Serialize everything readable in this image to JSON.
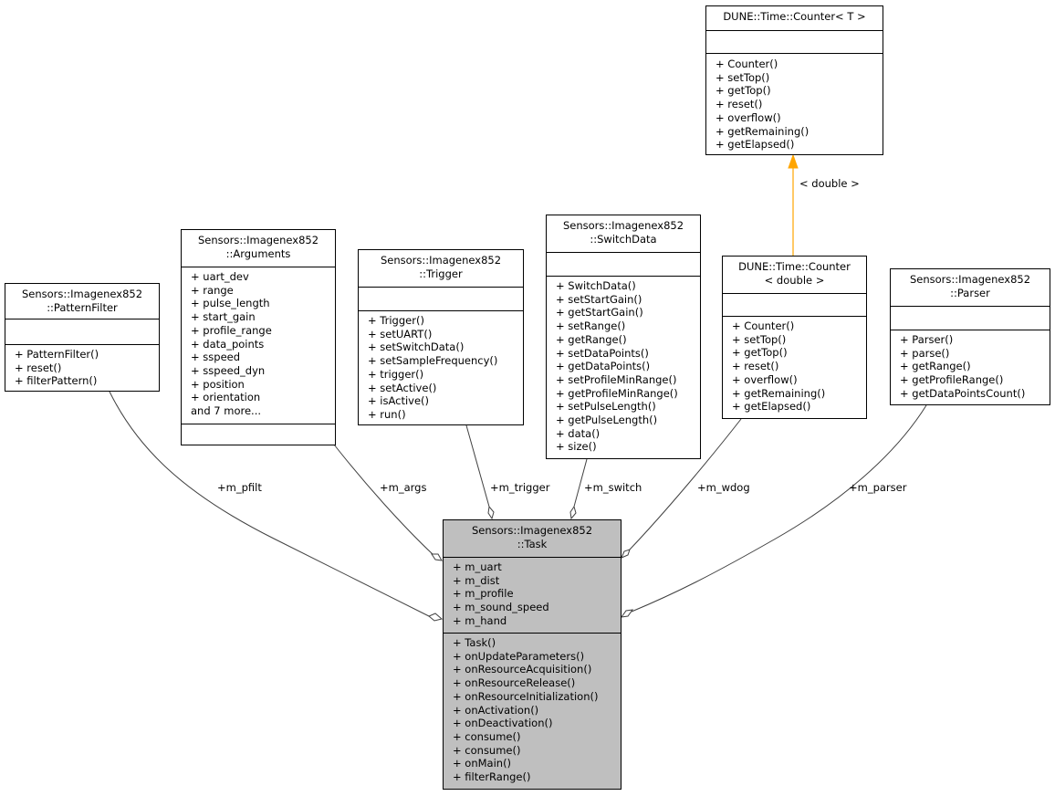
{
  "classes": {
    "counter_template": {
      "title": [
        "DUNE::Time::Counter< T >"
      ],
      "attributes": [],
      "methods": [
        "+ Counter()",
        "+ setTop()",
        "+ getTop()",
        "+ reset()",
        "+ overflow()",
        "+ getRemaining()",
        "+ getElapsed()"
      ]
    },
    "pattern_filter": {
      "title": [
        "Sensors::Imagenex852",
        "::PatternFilter"
      ],
      "attributes": [],
      "methods": [
        "+ PatternFilter()",
        "+ reset()",
        "+ filterPattern()"
      ]
    },
    "arguments": {
      "title": [
        "Sensors::Imagenex852",
        "::Arguments"
      ],
      "attributes": [
        "+ uart_dev",
        "+ range",
        "+ pulse_length",
        "+ start_gain",
        "+ profile_range",
        "+ data_points",
        "+ sspeed",
        "+ sspeed_dyn",
        "+ position",
        "+ orientation",
        "and 7 more..."
      ],
      "methods": []
    },
    "trigger": {
      "title": [
        "Sensors::Imagenex852",
        "::Trigger"
      ],
      "attributes": [],
      "methods": [
        "+ Trigger()",
        "+ setUART()",
        "+ setSwitchData()",
        "+ setSampleFrequency()",
        "+ trigger()",
        "+ setActive()",
        "+ isActive()",
        "+ run()"
      ]
    },
    "switch_data": {
      "title": [
        "Sensors::Imagenex852",
        "::SwitchData"
      ],
      "attributes": [],
      "methods": [
        "+ SwitchData()",
        "+ setStartGain()",
        "+ getStartGain()",
        "+ setRange()",
        "+ getRange()",
        "+ setDataPoints()",
        "+ getDataPoints()",
        "+ setProfileMinRange()",
        "+ getProfileMinRange()",
        "+ setPulseLength()",
        "+ getPulseLength()",
        "+ data()",
        "+ size()"
      ]
    },
    "counter_double": {
      "title": [
        "DUNE::Time::Counter",
        "< double >"
      ],
      "attributes": [],
      "methods": [
        "+ Counter()",
        "+ setTop()",
        "+ getTop()",
        "+ reset()",
        "+ overflow()",
        "+ getRemaining()",
        "+ getElapsed()"
      ]
    },
    "parser": {
      "title": [
        "Sensors::Imagenex852",
        "::Parser"
      ],
      "attributes": [],
      "methods": [
        "+ Parser()",
        "+ parse()",
        "+ getRange()",
        "+ getProfileRange()",
        "+ getDataPointsCount()"
      ]
    },
    "task": {
      "title": [
        "Sensors::Imagenex852",
        "::Task"
      ],
      "attributes": [
        "+ m_uart",
        "+ m_dist",
        "+ m_profile",
        "+ m_sound_speed",
        "+ m_hand"
      ],
      "methods": [
        "+ Task()",
        "+ onUpdateParameters()",
        "+ onResourceAcquisition()",
        "+ onResourceRelease()",
        "+ onResourceInitialization()",
        "+ onActivation()",
        "+ onDeactivation()",
        "+ consume()",
        "+ consume()",
        "+ onMain()",
        "+ filterRange()"
      ]
    }
  },
  "edges": {
    "template_binding": "< double >",
    "m_pfilt": "+m_pfilt",
    "m_args": "+m_args",
    "m_trigger": "+m_trigger",
    "m_switch": "+m_switch",
    "m_wdog": "+m_wdog",
    "m_parser": "+m_parser"
  },
  "colors": {
    "template_edge": "#ffa500",
    "association_edge": "#404040",
    "highlight_fill": "#bfbfbf"
  }
}
